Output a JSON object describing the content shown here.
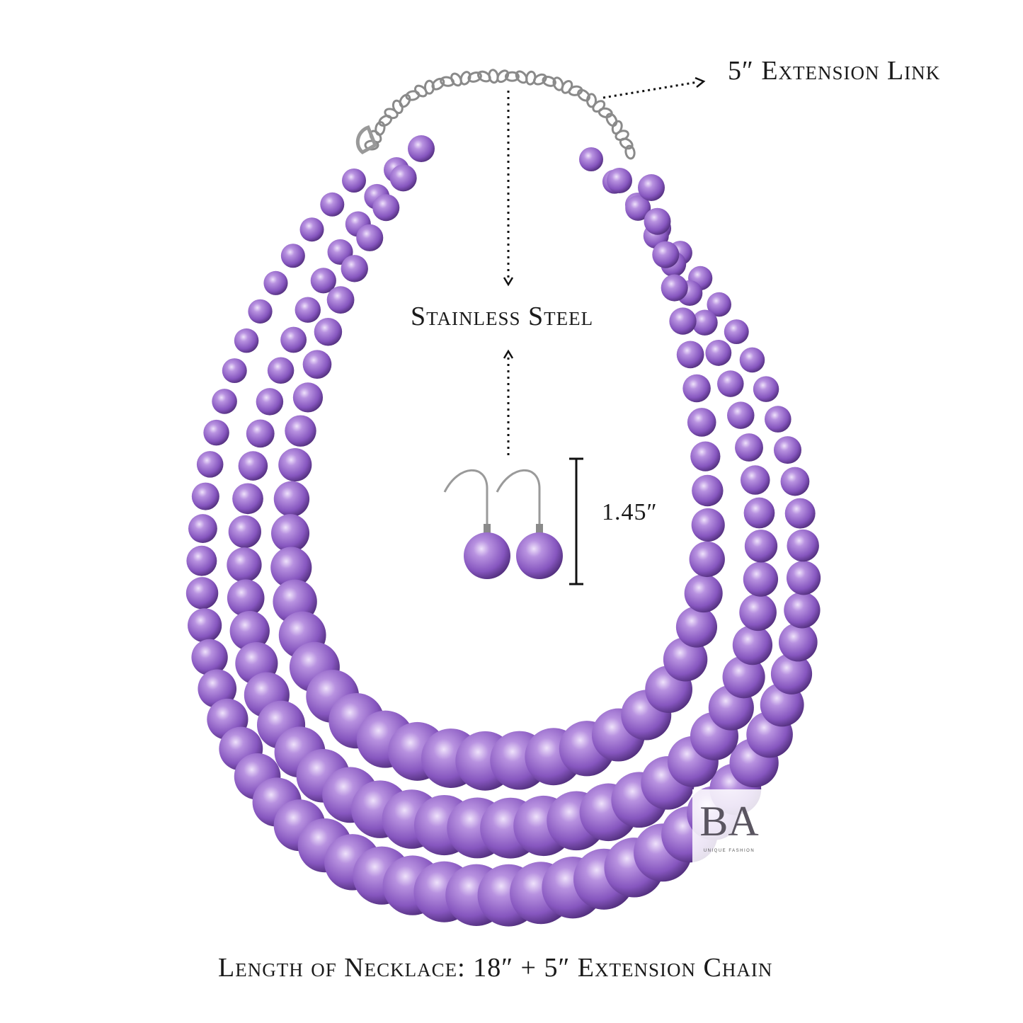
{
  "annotations": {
    "extension_link": "5″ Extension Link",
    "material": "Stainless Steel",
    "earring_length": "1.45″",
    "necklace_length": "Length of Necklace: 18″ + 5″ Extension Chain"
  },
  "logo": {
    "text": "BA",
    "tagline": "UNIQUE FASHION"
  },
  "colors": {
    "pearl_light": "#d6b8f0",
    "pearl_mid": "#9467c9",
    "pearl_dark": "#4e2c78",
    "chain": "#8a8a8a"
  }
}
